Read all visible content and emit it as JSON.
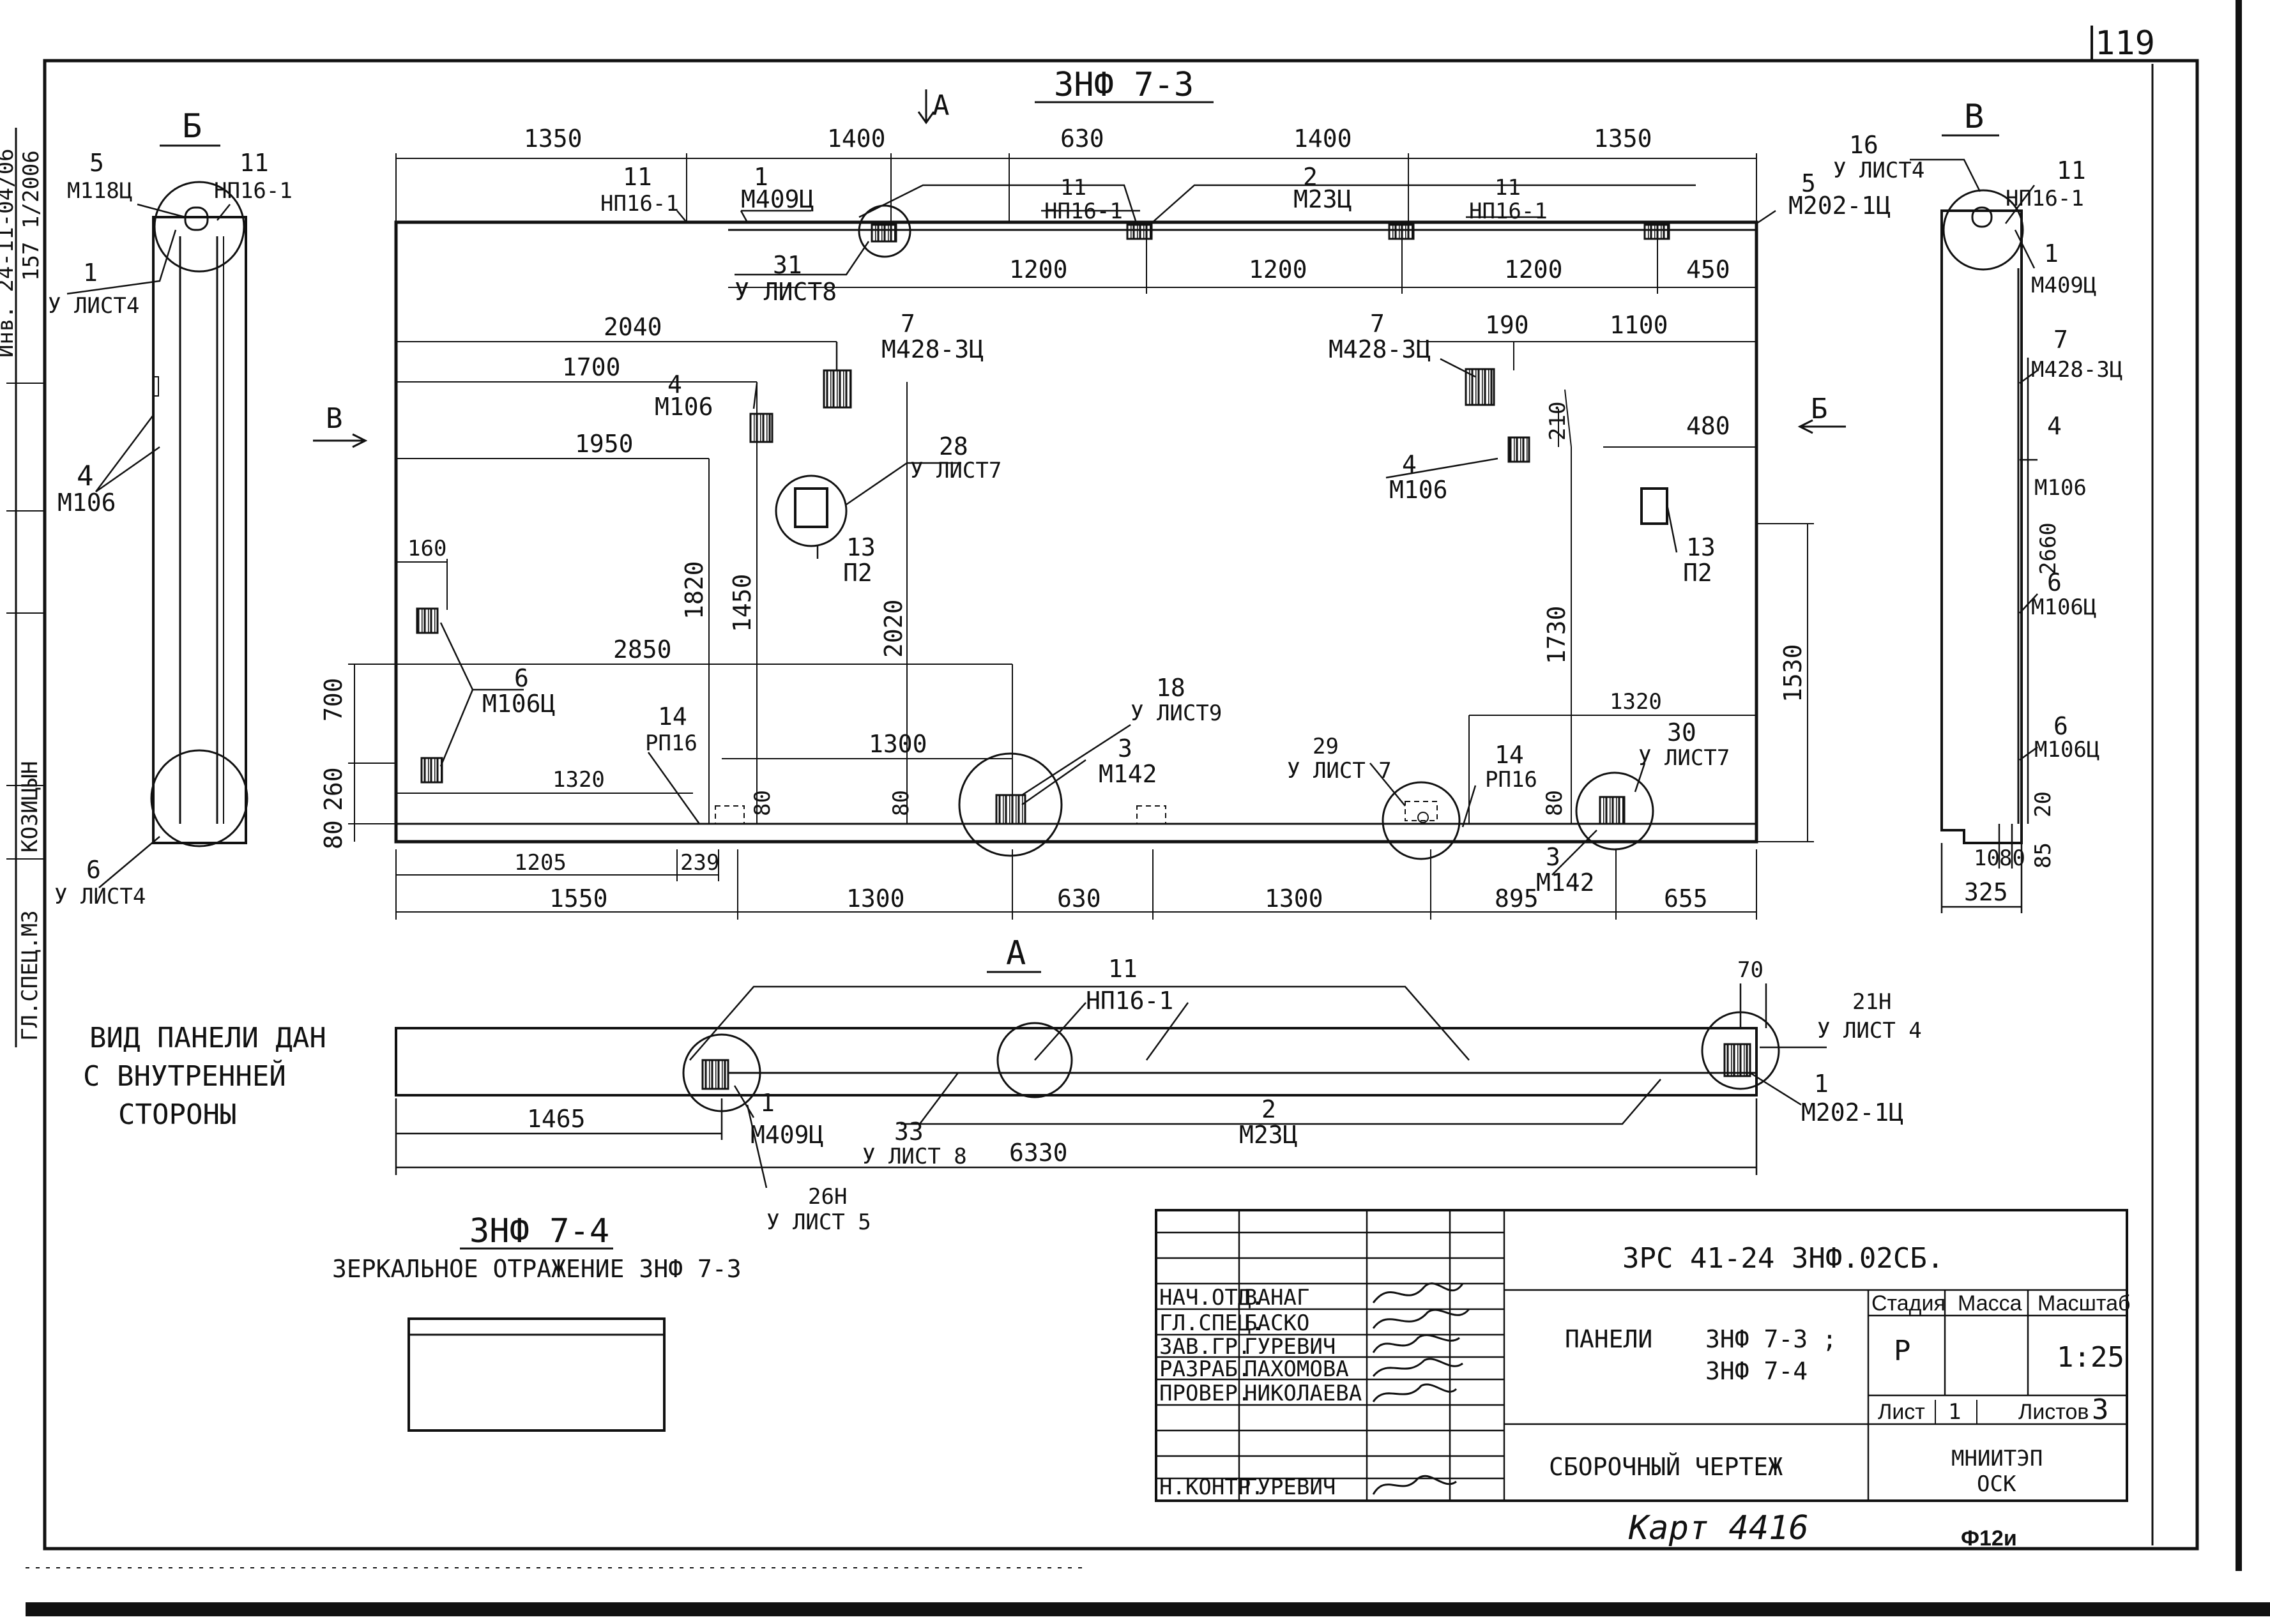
{
  "sheet": {
    "number": "119",
    "bottom_note": "Карт 4416",
    "format": "Ф12и"
  },
  "side_stamp": [
    "Инв. 24-11-04/06",
    "157 1/2006",
    "ГЛ.СПЕЦ.МЗ",
    "КОЗИЦЫН"
  ],
  "main_view": {
    "title": "ЗНФ 7-3",
    "view_arrow_a": "А",
    "view_arrow_v": "В",
    "view_arrow_b": "Б",
    "top_dims": [
      "1350",
      "1400",
      "630",
      "1400",
      "1350"
    ],
    "top_sub_dims": [
      "1200",
      "1200",
      "1200",
      "450"
    ],
    "bottom_dims": [
      "1550",
      "1300",
      "630",
      "1300",
      "895",
      "655"
    ],
    "bottom_sub_dims": [
      "1205",
      "239"
    ],
    "horiz_dims": [
      "2040",
      "1700",
      "1950",
      "2850",
      "1320",
      "1300",
      "190",
      "1100",
      "480",
      "1320",
      "160"
    ],
    "vert_dims": [
      "700",
      "260",
      "80",
      "1820",
      "1450",
      "2020",
      "80",
      "80",
      "210",
      "1730",
      "80",
      "1530"
    ],
    "callouts": [
      {
        "num": "11",
        "mark": "НП16-1"
      },
      {
        "num": "1",
        "mark": "М409Ц"
      },
      {
        "num": "11",
        "mark": "НП16-1"
      },
      {
        "num": "2",
        "mark": "М23Ц"
      },
      {
        "num": "11",
        "mark": "НП16-1"
      },
      {
        "num": "5",
        "mark": "М202-1Ц"
      },
      {
        "num": "31",
        "mark": "У ЛИСТ8"
      },
      {
        "num": "7",
        "mark": "М428-3Ц"
      },
      {
        "num": "4",
        "mark": "М106"
      },
      {
        "num": "28",
        "mark": "У ЛИСТ7"
      },
      {
        "num": "13",
        "mark": "П2"
      },
      {
        "num": "7",
        "mark": "М428-3Ц"
      },
      {
        "num": "4",
        "mark": "М106"
      },
      {
        "num": "13",
        "mark": "П2"
      },
      {
        "num": "6",
        "mark": "М106Ц"
      },
      {
        "num": "14",
        "mark": "РП16"
      },
      {
        "num": "18",
        "mark": "У ЛИСТ9"
      },
      {
        "num": "3",
        "mark": "М142"
      },
      {
        "num": "29",
        "mark": "У ЛИСТ 7"
      },
      {
        "num": "14",
        "mark": "РП16"
      },
      {
        "num": "30",
        "mark": "У ЛИСТ7"
      },
      {
        "num": "3",
        "mark": "М142"
      }
    ]
  },
  "section_b": {
    "title": "Б",
    "callouts": [
      {
        "num": "5",
        "mark": "М118Ц"
      },
      {
        "num": "11",
        "mark": "НП16-1"
      },
      {
        "num": "1",
        "mark": "У ЛИСТ4"
      },
      {
        "num": "4",
        "mark": "М106"
      },
      {
        "num": "6",
        "mark": "У ЛИСТ4"
      }
    ]
  },
  "section_v": {
    "title": "В",
    "callouts": [
      {
        "num": "16",
        "mark": "У ЛИСТ4"
      },
      {
        "num": "11",
        "mark": "НП16-1"
      },
      {
        "num": "1",
        "mark": "М409Ц"
      },
      {
        "num": "7",
        "mark": "М428-3Ц"
      },
      {
        "num": "4",
        "mark": "М106"
      },
      {
        "num": "6",
        "mark": "М106Ц"
      },
      {
        "num": "6",
        "mark": "М106Ц"
      }
    ],
    "dims": [
      "2660",
      "20",
      "10",
      "80",
      "85",
      "325"
    ]
  },
  "view_a": {
    "title": "А",
    "callouts": [
      {
        "num": "11",
        "mark": "НП16-1"
      },
      {
        "num": "21Н",
        "mark": "У ЛИСТ 4"
      },
      {
        "num": "1",
        "mark": "М202-1Ц"
      },
      {
        "num": "1",
        "mark": "М409Ц"
      },
      {
        "num": "33",
        "mark": "У ЛИСТ 8"
      },
      {
        "num": "2",
        "mark": "М23Ц"
      },
      {
        "num": "26Н",
        "mark": "У ЛИСТ 5"
      }
    ],
    "dims": [
      "70",
      "1465",
      "6330"
    ]
  },
  "note": [
    "ВИД ПАНЕЛИ ДАН",
    "С ВНУТРЕННЕЙ",
    "СТОРОНЫ"
  ],
  "mirror": {
    "title": "ЗНФ 7-4",
    "caption": "ЗЕРКАЛЬНОЕ   ОТРАЖЕНИЕ   ЗНФ 7-3"
  },
  "title_block": {
    "code": "ЗРС 41-24 ЗНФ.02СБ.",
    "name_label": "ПАНЕЛИ",
    "name_1": "ЗНФ 7-3 ;",
    "name_2": "ЗНФ 7-4",
    "doc_type": "СБОРОЧНЫЙ  ЧЕРТЕЖ",
    "org_1": "МНИИТЭП",
    "org_2": "ОСК",
    "col_stage": "Стадия",
    "col_mass": "Масса",
    "col_scale": "Масштаб",
    "stage": "Р",
    "scale": "1:25",
    "sheet_label": "Лист",
    "sheet_num": "1",
    "sheets_label": "Листов",
    "sheets_num": "3",
    "roles": [
      {
        "role": "НАЧ.ОТД.",
        "name": "ВАНАГ"
      },
      {
        "role": "ГЛ.СПЕЦ.",
        "name": "БАСКО"
      },
      {
        "role": "ЗАВ.ГР.",
        "name": "ГУРЕВИЧ"
      },
      {
        "role": "РАЗРАБ.",
        "name": "ПАХОМОВА"
      },
      {
        "role": "ПРОВЕР.",
        "name": "НИКОЛАЕВА"
      },
      {
        "role": "Н.КОНТР.",
        "name": "ГУРЕВИЧ"
      }
    ]
  }
}
